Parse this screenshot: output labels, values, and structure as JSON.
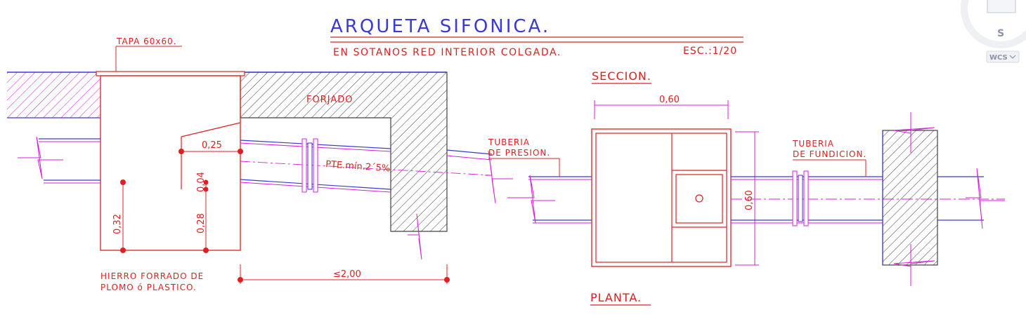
{
  "title": "ARQUETA SIFONICA.",
  "subtitle": "EN SOTANOS RED INTERIOR COLGADA.",
  "scale": "ESC.:1/20",
  "labels": {
    "tapa": "TAPA 60x60.",
    "forjado": "FORJADO",
    "pte": "PTE.mín.2´5%",
    "hierro_line1": "HIERRO FORRADO DE",
    "hierro_line2": "PLOMO ó PLASTICO.",
    "seccion": "SECCION.",
    "planta": "PLANTA.",
    "tuberia_presion_line1": "TUBERIA",
    "tuberia_presion_line2": "DE PRESION.",
    "tuberia_fundicion_line1": "TUBERIA",
    "tuberia_fundicion_line2": "DE FUNDICION."
  },
  "dimensions": {
    "d025": "0,25",
    "d004": "0,04",
    "d032": "0,32",
    "d028": "0,28",
    "d200": "≤2,00",
    "d060_top": "0,60",
    "d060_side": "0,60"
  },
  "viewcube": {
    "wcs_label": "WCS",
    "s_glyph": "S"
  },
  "colors": {
    "blue": "#3a3ad8",
    "red": "#e02020",
    "magenta": "#d81fd8",
    "hatch": "#404040"
  }
}
